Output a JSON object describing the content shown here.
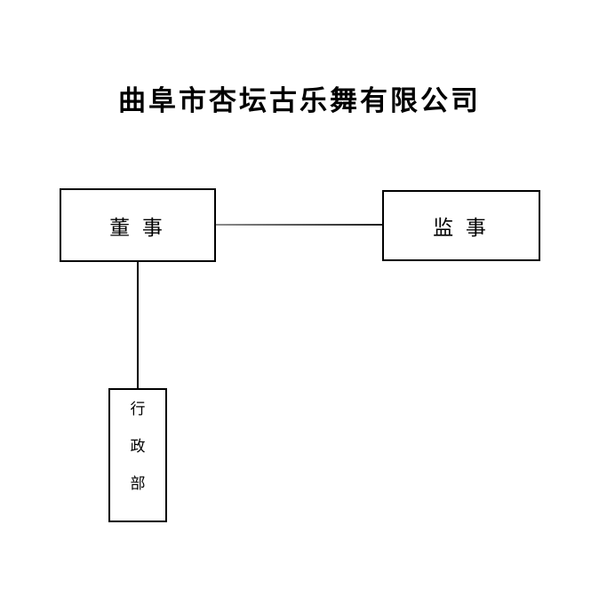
{
  "title": {
    "text": "曲阜市杏坛古乐舞有限公司"
  },
  "nodes": {
    "dongshi": {
      "label": "董 事"
    },
    "jianshi": {
      "label": "监 事"
    },
    "xingzhengbu": {
      "label": "行政部",
      "chars": [
        "行",
        "政",
        "部"
      ]
    }
  },
  "edges": [
    {
      "from": "dongshi",
      "to": "jianshi",
      "orientation": "horizontal"
    },
    {
      "from": "dongshi",
      "to": "xingzhengbu",
      "orientation": "vertical"
    }
  ],
  "colors": {
    "background": "#ffffff",
    "text": "#000000",
    "border": "#000000",
    "connector_v": "#000000",
    "connector_h_left": "#8c8c8c",
    "connector_h_right": "#1f1f1f"
  }
}
